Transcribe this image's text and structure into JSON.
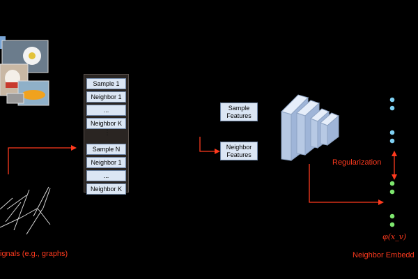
{
  "stack": {
    "items": [
      "Sample 1",
      "Neighbor 1",
      "...",
      "Neighbor K",
      "Sample N",
      "Neighbor 1",
      "...",
      "Neighbor K"
    ]
  },
  "features": {
    "sample": "Sample\nFeatures",
    "neighbor": "Neighbor\nFeatures"
  },
  "labels": {
    "signals": "ignals (e.g., graphs)",
    "regularization": "Regularization",
    "phi": "φ(x_v)",
    "embedding": "Neighbor Embedd"
  },
  "colors": {
    "arrow": "#ff3a1e",
    "blue_dot": "#7fd0f2",
    "green_dot": "#7ee66e",
    "box_fill": "#dbe6f4",
    "cnn_fill": "#c6d8f0"
  }
}
